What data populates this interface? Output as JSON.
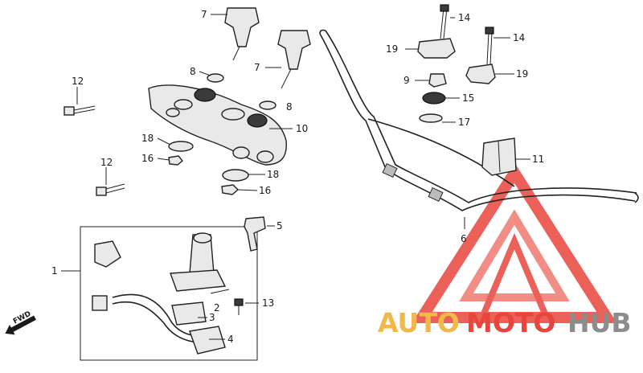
{
  "callouts": [
    {
      "id": "c1",
      "text": "1"
    },
    {
      "id": "c2",
      "text": "2"
    },
    {
      "id": "c3",
      "text": "3"
    },
    {
      "id": "c4",
      "text": "4"
    },
    {
      "id": "c5",
      "text": "5"
    },
    {
      "id": "c6",
      "text": "6"
    },
    {
      "id": "c7a",
      "text": "7"
    },
    {
      "id": "c7b",
      "text": "7"
    },
    {
      "id": "c8a",
      "text": "8"
    },
    {
      "id": "c8b",
      "text": "8"
    },
    {
      "id": "c9",
      "text": "9"
    },
    {
      "id": "c10",
      "text": "10"
    },
    {
      "id": "c11",
      "text": "11"
    },
    {
      "id": "c12a",
      "text": "12"
    },
    {
      "id": "c12b",
      "text": "12"
    },
    {
      "id": "c13",
      "text": "13"
    },
    {
      "id": "c14a",
      "text": "14"
    },
    {
      "id": "c14b",
      "text": "14"
    },
    {
      "id": "c15",
      "text": "15"
    },
    {
      "id": "c16a",
      "text": "16"
    },
    {
      "id": "c16b",
      "text": "16"
    },
    {
      "id": "c17",
      "text": "17"
    },
    {
      "id": "c18a",
      "text": "18"
    },
    {
      "id": "c18b",
      "text": "18"
    },
    {
      "id": "c19a",
      "text": "19"
    },
    {
      "id": "c19b",
      "text": "19"
    }
  ],
  "fwd_label": "FWD",
  "watermark": {
    "part1": "AUTO",
    "part2": "MOTO",
    "part3": "HUB",
    "color_orange": "#f2b84a",
    "color_red": "#e8453c",
    "color_gray": "#8c8c8c"
  }
}
